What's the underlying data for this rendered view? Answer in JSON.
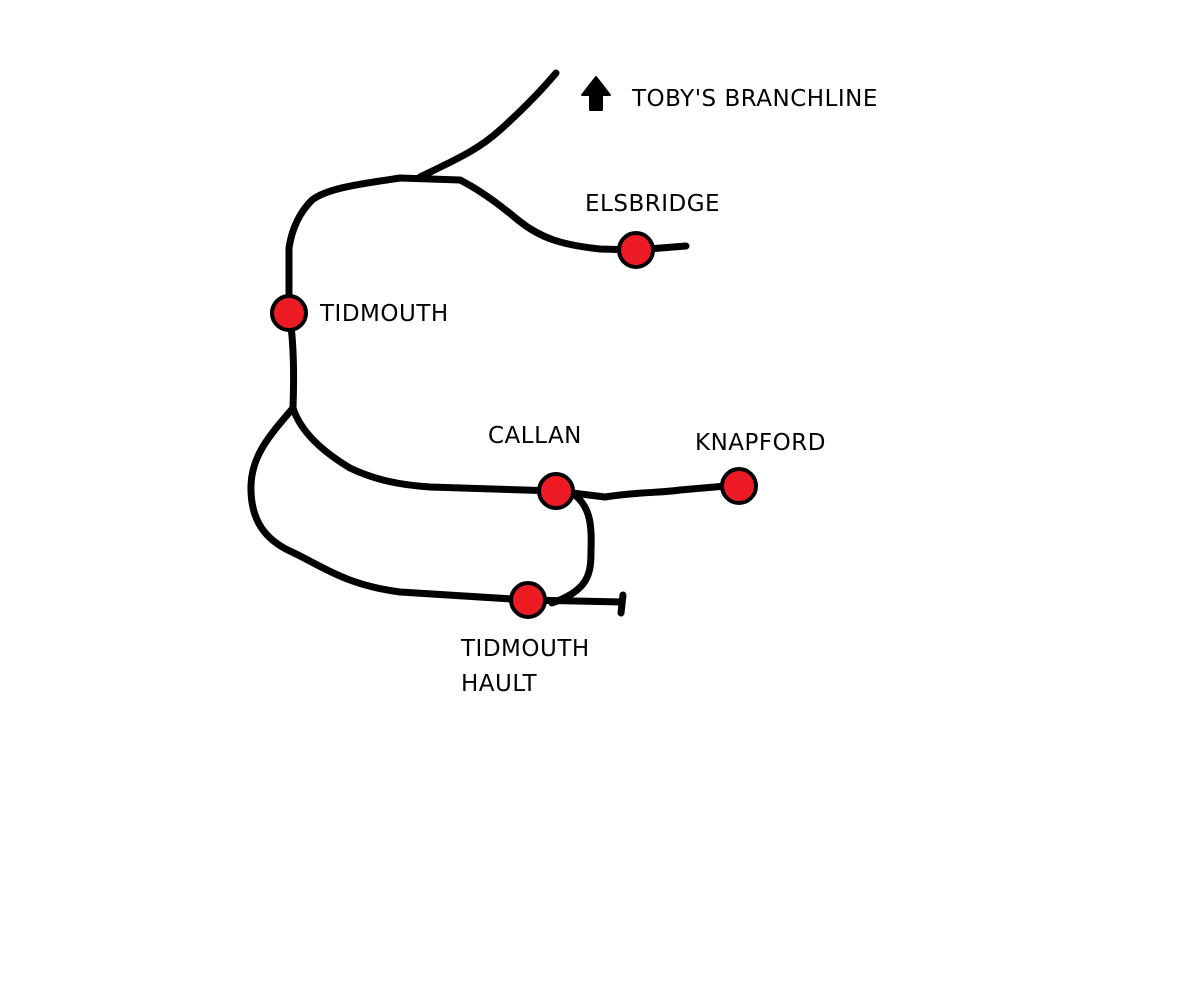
{
  "map": {
    "stations": [
      {
        "id": "elsbridge",
        "name": "ELSBRIDGE"
      },
      {
        "id": "tidmouth",
        "name": "TIDMOUTH"
      },
      {
        "id": "callan",
        "name": "CALLAN"
      },
      {
        "id": "knapford",
        "name": "KNAPFORD"
      },
      {
        "id": "tidmouth-hault",
        "name_line1": "TIDMOUTH",
        "name_line2": "HAULT"
      }
    ],
    "branch_label": "TOBY'S BRANCHLINE",
    "colors": {
      "track": "#000000",
      "station_fill": "#ed1c24",
      "station_outline": "#000000",
      "background": "#ffffff"
    },
    "icons": {
      "branch_direction": "up-arrow-icon",
      "station_marker": "circle-marker",
      "buffer_stop": "buffer-stop"
    }
  }
}
